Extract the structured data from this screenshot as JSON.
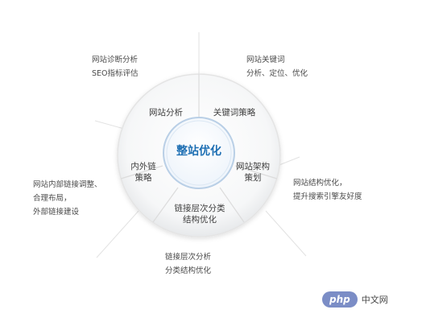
{
  "center": {
    "title": "整站优化"
  },
  "segments": {
    "top_left": "网站分析",
    "top_right": "关键词策略",
    "right": [
      "网站架构",
      "策划"
    ],
    "bottom": [
      "链接层次分类",
      "结构优化"
    ],
    "left": [
      "内外链",
      "策略"
    ]
  },
  "notes": {
    "top_left": [
      "网站诊断分析",
      "SEO指标评估"
    ],
    "top_right": [
      "网站关键词",
      "分析、定位、优化"
    ],
    "right": [
      "网站结构优化，",
      "提升搜索引擎友好度"
    ],
    "bottom": [
      "链接层次分析",
      "分类结构优化"
    ],
    "left": [
      "网站内部链接调整、",
      "合理布局，",
      "外部链接建设"
    ]
  },
  "watermark": {
    "badge": "php",
    "text": "中文网"
  },
  "colors": {
    "accent": "#1e6fb3",
    "ring": "#e4e4e4",
    "hub_border": "#b9cfe6",
    "hub_fill": "#f7fbff"
  }
}
